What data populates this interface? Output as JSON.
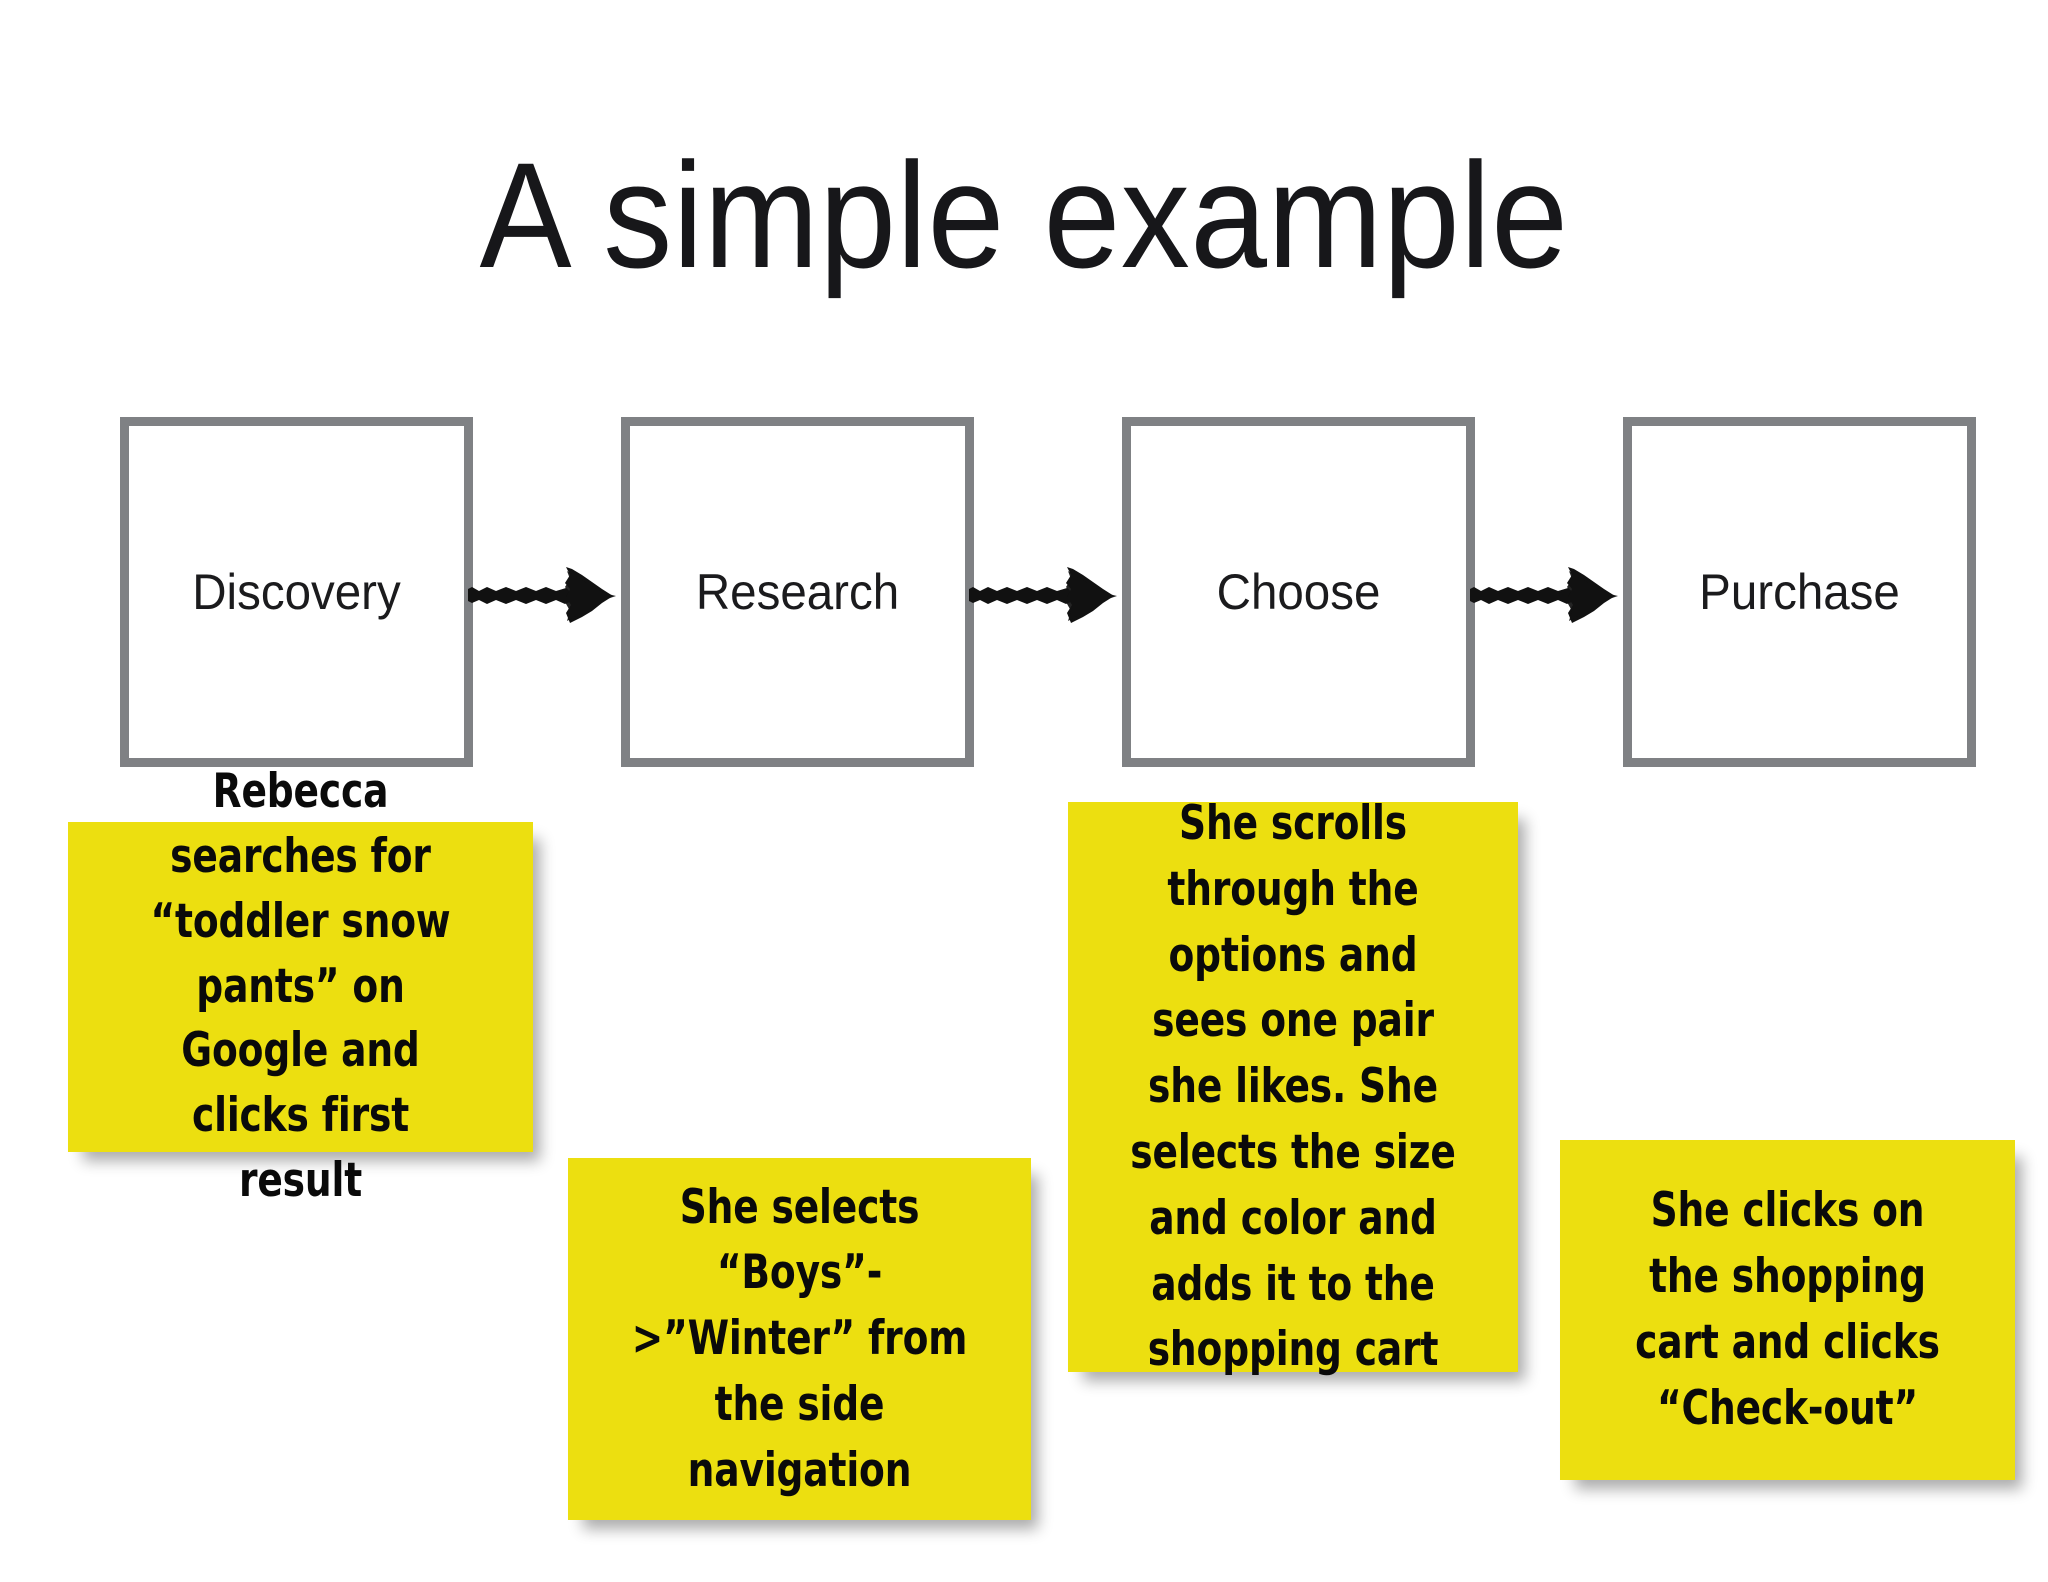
{
  "slide": {
    "title": "A simple example",
    "background_color": "#ffffff"
  },
  "flow": {
    "box_border_color": "#7f8184",
    "arrow_color": "#111111",
    "stages": [
      {
        "label": "Discovery"
      },
      {
        "label": "Research"
      },
      {
        "label": "Choose"
      },
      {
        "label": "Purchase"
      }
    ],
    "arrows": [
      {
        "name": "arrow-discovery-to-research"
      },
      {
        "name": "arrow-research-to-choose"
      },
      {
        "name": "arrow-choose-to-purchase"
      }
    ]
  },
  "notes": {
    "color": "#ecdf10",
    "items": [
      {
        "stage": "Discovery",
        "text": "Rebecca searches for “toddler snow pants” on Google and clicks first result"
      },
      {
        "stage": "Research",
        "text": "She selects “Boys”->”Winter” from the side navigation"
      },
      {
        "stage": "Choose",
        "text": "She scrolls through the options and sees one pair she likes. She selects the size and color and adds it to the shopping cart"
      },
      {
        "stage": "Purchase",
        "text": "She clicks on the shopping cart and clicks “Check-out”"
      }
    ]
  }
}
